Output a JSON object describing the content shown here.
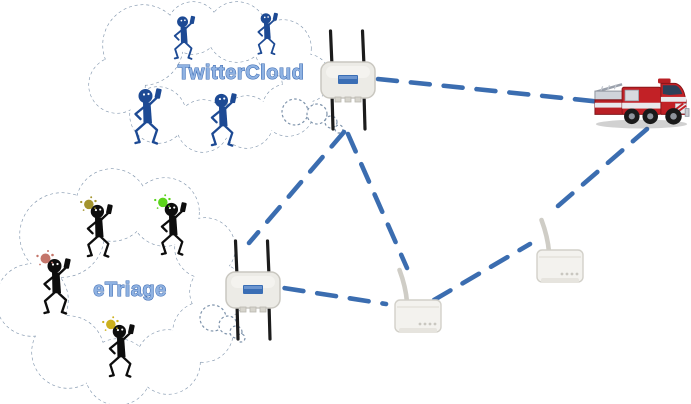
{
  "diagram": {
    "type": "wireless-mesh-network-topology",
    "background": "#ffffff"
  },
  "clouds": {
    "twitter": {
      "label": "TwitterCloud"
    },
    "etriage": {
      "label": "eTriage"
    }
  },
  "figures": {
    "twittercloud_people_count": 4,
    "etriage_people_count": 4,
    "etriage_status": [
      {
        "name": "status-olive",
        "color": "#a3942e"
      },
      {
        "name": "status-green",
        "color": "#5cd41c"
      },
      {
        "name": "status-red",
        "color": "#c4756a"
      },
      {
        "name": "status-yellow",
        "color": "#ccb01e"
      }
    ]
  },
  "devices": [
    {
      "id": "access-point-1",
      "type": "outdoor-access-point"
    },
    {
      "id": "access-point-2",
      "type": "outdoor-access-point"
    },
    {
      "id": "mesh-router-1",
      "type": "wireless-router"
    },
    {
      "id": "mesh-router-2",
      "type": "wireless-router"
    },
    {
      "id": "fire-truck",
      "type": "fire-engine"
    }
  ],
  "connections": [
    {
      "from": "access-point-1",
      "to": "fire-truck",
      "style": "dashed"
    },
    {
      "from": "access-point-1",
      "to": "access-point-2",
      "style": "dashed"
    },
    {
      "from": "access-point-1",
      "to": "mesh-router-1",
      "style": "dashed"
    },
    {
      "from": "access-point-2",
      "to": "mesh-router-1",
      "style": "dashed"
    },
    {
      "from": "mesh-router-1",
      "to": "mesh-router-2",
      "style": "dashed"
    },
    {
      "from": "mesh-router-2",
      "to": "fire-truck",
      "style": "dashed"
    }
  ],
  "colors": {
    "connection": "#3b6db0",
    "cloud_outline": "#7e93ab",
    "cloud_label_fill": "#8fb2e2",
    "cloud_label_stroke": "#3464ae",
    "twitter_figure": "#1d4a94",
    "etriage_figure": "#0d0d0d",
    "ap_panel": "#3a6eb5"
  }
}
